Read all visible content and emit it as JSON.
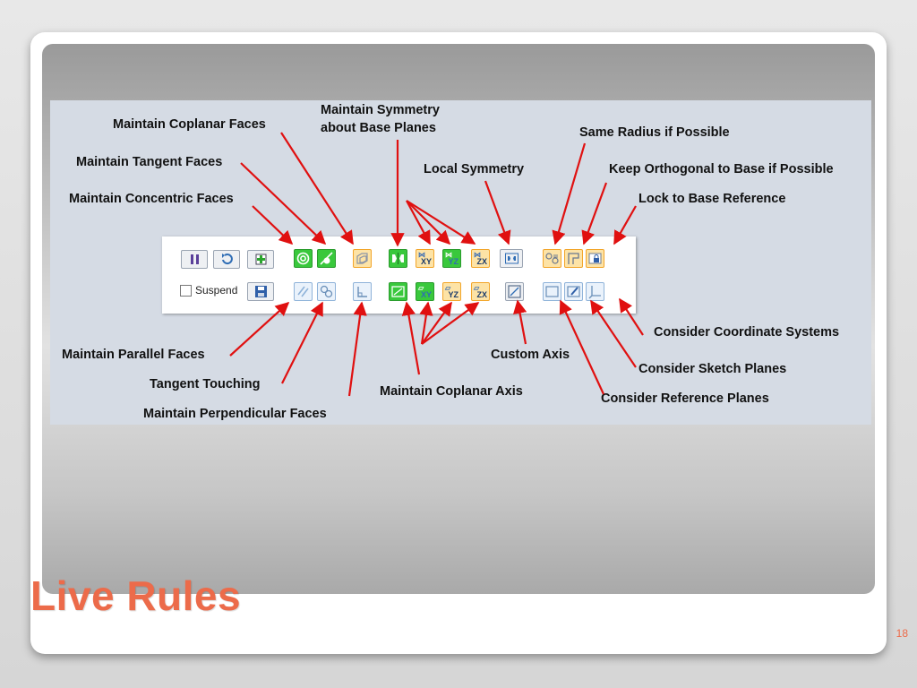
{
  "slide": {
    "title": "Live Rules",
    "page_number": "18"
  },
  "labels": {
    "maintain_coplanar_faces": "Maintain Coplanar Faces",
    "maintain_symmetry_line1": "Maintain Symmetry",
    "maintain_symmetry_line2": "about Base Planes",
    "same_radius": "Same Radius if Possible",
    "maintain_tangent_faces": "Maintain Tangent Faces",
    "local_symmetry": "Local Symmetry",
    "keep_orthogonal": "Keep Orthogonal to Base if Possible",
    "maintain_concentric_faces": "Maintain Concentric Faces",
    "lock_to_base": "Lock to Base Reference",
    "consider_coordinate_systems": "Consider Coordinate Systems",
    "maintain_parallel_faces": "Maintain Parallel Faces",
    "custom_axis": "Custom Axis",
    "consider_sketch_planes": "Consider Sketch Planes",
    "tangent_touching": "Tangent Touching",
    "maintain_coplanar_axis": "Maintain Coplanar Axis",
    "consider_reference_planes": "Consider Reference Planes",
    "maintain_perpendicular_faces": "Maintain Perpendicular Faces"
  },
  "toolbar": {
    "suspend_label": "Suspend",
    "suspend_checked": false,
    "sym_xy": "XY",
    "sym_yz": "YZ",
    "sym_zx": "ZX"
  },
  "colors": {
    "title": "#ec6b4a",
    "arrow": "#e01010",
    "active_green": "#39c83c",
    "orange_fill": "#fde3a6",
    "orange_border": "#f2a52a",
    "blue_border": "#8fb3d9"
  }
}
